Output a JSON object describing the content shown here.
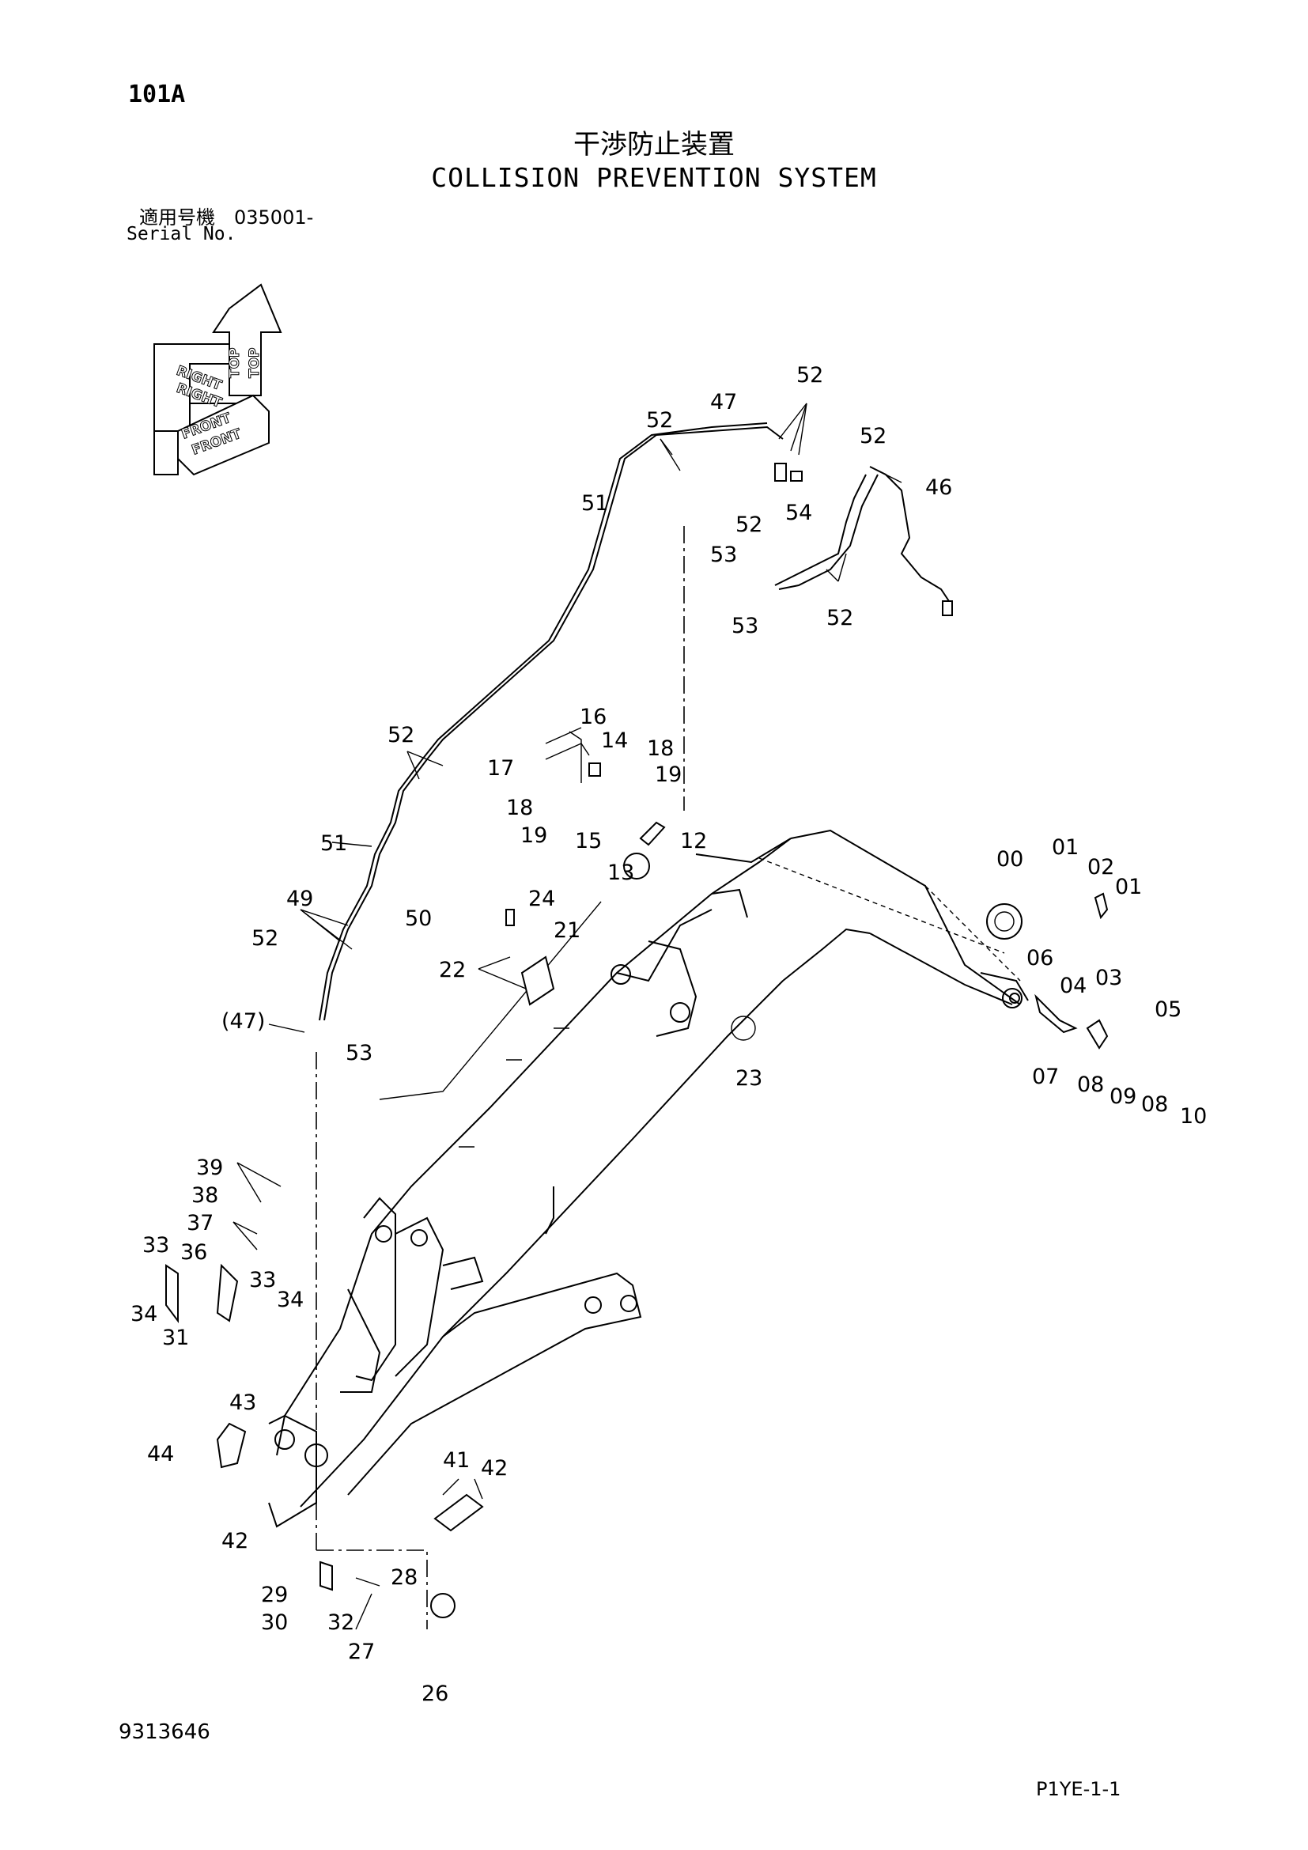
{
  "header": {
    "page_no": "101A",
    "title_jp": "干渉防止装置",
    "title_en": "COLLISION PREVENTION SYSTEM",
    "serial_jp": "適用号機　035001-",
    "serial_en": "Serial No."
  },
  "footer": {
    "doc_no": "9313646",
    "sheet_no": "P1YE-1-1"
  },
  "orientation": [
    "TOP",
    "TOP",
    "RIGHT",
    "RIGHT",
    "FRONT",
    "FRONT"
  ],
  "callouts": [
    "52",
    "47",
    "52",
    "52",
    "46",
    "51",
    "52",
    "54",
    "53",
    "53",
    "52",
    "52",
    "16",
    "17",
    "14",
    "18",
    "19",
    "18",
    "19",
    "15",
    "12",
    "13",
    "51",
    "49",
    "50",
    "52",
    "24",
    "21",
    "22",
    "(47)",
    "53",
    "00",
    "01",
    "02",
    "01",
    "06",
    "04",
    "03",
    "05",
    "07",
    "08",
    "09",
    "08",
    "10",
    "23",
    "39",
    "38",
    "37",
    "33",
    "36",
    "33",
    "34",
    "34",
    "31",
    "43",
    "44",
    "41",
    "42",
    "42",
    "29",
    "28",
    "30",
    "32",
    "27",
    "26"
  ]
}
